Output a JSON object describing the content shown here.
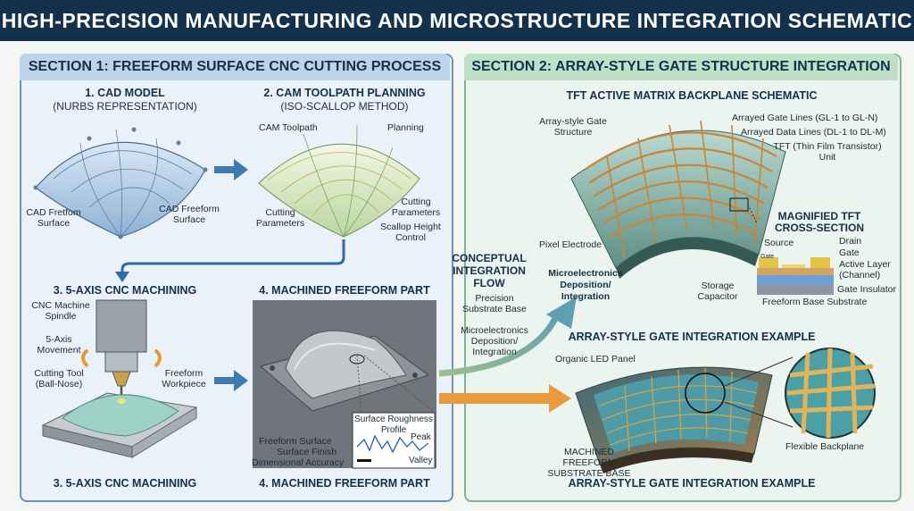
{
  "title": "HIGH-PRECISION MANUFACTURING AND MICROSTRUCTURE INTEGRATION SCHEMATIC",
  "section1": {
    "header": "SECTION 1: FREEFORM SURFACE CNC CUTTING PROCESS",
    "step1": {
      "title": "1. CAD MODEL",
      "subtitle": "(NURBS REPRESENTATION)",
      "label_left": "CAD Fretfom Surface",
      "label_right": "CAD Freeform Surface"
    },
    "step2": {
      "title": "2. CAM TOOLPATH PLANNING",
      "subtitle": "(ISO-SCALLOP METHOD)",
      "label_toolpath": "CAM Toolpath",
      "label_planning": "Planning",
      "label_cutting_left": "Cutting Parameters",
      "label_cutting_right": "Cutting Parameters",
      "label_scallop": "Scallop Height Control"
    },
    "step3": {
      "title": "3. 5-AXIS CNC MACHINING",
      "footer": "3. 5-AXIS CNC MACHINING",
      "label_spindle": "CNC Machine Spindle",
      "label_movement": "5-Axis Movement",
      "label_tool": "Cutting Tool (Ball-Nose)",
      "label_workpiece": "Freeform Workpiece"
    },
    "step4": {
      "title": "4. MACHINED FREEFORM PART",
      "footer": "4. MACHINED FREEFORM PART",
      "label_surface": "Freeform Surface",
      "label_finish": "Surface Finish",
      "label_accuracy": "Dimensional Accuracy",
      "rough_title": "Surface Roughness Profile",
      "rough_peak": "Peak",
      "rough_valley": "Valley"
    }
  },
  "flow": {
    "title": "CONCEPTUAL INTEGRATION FLOW",
    "label1": "Precision Substrate Base",
    "label2": "Microelectronics Deposition/ Integration"
  },
  "section2": {
    "header": "SECTION 2: ARRAY-STYLE GATE STRUCTURE INTEGRATION",
    "tft": {
      "title": "TFT ACTIVE MATRIX BACKPLANE SCHEMATIC",
      "label_array": "Array-style Gate Structure",
      "label_gate_lines": "Arrayed Gate Lines (GL-1 to GL-N)",
      "label_data_lines": "Arrayed Data Lines (DL-1 to DL-M)",
      "label_tft": "TFT (Thin Film Transistor) Unit",
      "label_pixel": "Pixel Electrode",
      "label_micro": "Microelectronics Deposition/ Integration",
      "label_storage": "Storage Capacitor"
    },
    "cross": {
      "title": "MAGNIFIED TFT CROSS-SECTION",
      "source": "Source",
      "drain": "Drain",
      "gate": "Gate",
      "gate_small": "Gate",
      "active": "Active Layer (Channel)",
      "insulator": "Gate Insulator",
      "substrate": "Freeform Base Substrate"
    },
    "example": {
      "title": "ARRAY-STYLE GATE INTEGRATION EXAMPLE",
      "footer": "ARRAY-STYLE GATE INTEGRATION EXAMPLE",
      "label_oled": "Organic LED Panel",
      "label_base": "MACHINED FREEFORM SUBSTRATE BASE",
      "label_flex": "Flexible Backplane"
    }
  }
}
